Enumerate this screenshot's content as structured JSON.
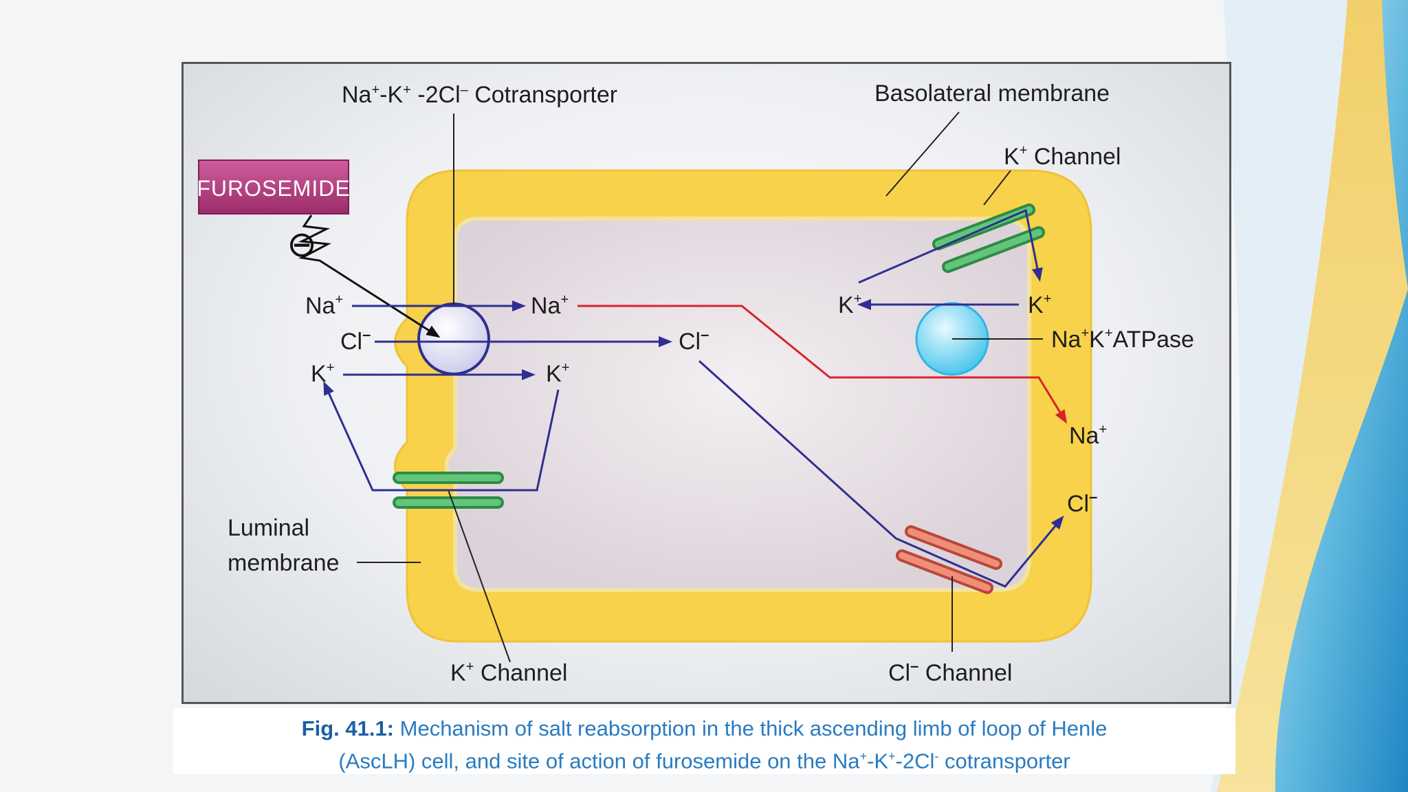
{
  "colors": {
    "arrow_blue": "#2e2f8f",
    "arrow_red": "#d7232a",
    "membrane_yellow": "#f7d24a",
    "cytoplasm": "#e4dde2",
    "channel_green": "#3aa556",
    "channel_red": "#e06a55",
    "pump_blue": "#6fd3f0",
    "furosemide_box": "#b0407f",
    "caption_blue": "#2a7bbf"
  },
  "labels": {
    "cotransporter": {
      "na": "Na",
      "na_sup": "+",
      "sep1": "-K",
      "k_sup": "+",
      "cl2": " -2Cl",
      "cl_sup": "–",
      "rest": " Cotransporter"
    },
    "basolateral_membrane": "Basolateral membrane",
    "k_channel_top": {
      "ion": "K",
      "sup": "+",
      "rest": " Channel"
    },
    "furosemide": "FUROSEMIDE",
    "inhibition_symbol": "⊖",
    "na_in": {
      "ion": "Na",
      "sup": "+"
    },
    "cl_in": {
      "ion": "Cl",
      "sup": "–"
    },
    "k_in": {
      "ion": "K",
      "sup": "+"
    },
    "na_cell": {
      "ion": "Na",
      "sup": "+"
    },
    "cl_cell": {
      "ion": "Cl",
      "sup": "–"
    },
    "k_cell": {
      "ion": "K",
      "sup": "+"
    },
    "k_pump_left": {
      "ion": "K",
      "sup": "+"
    },
    "k_pump_right": {
      "ion": "K",
      "sup": "+"
    },
    "atpase": {
      "na": "Na",
      "na_sup": "+",
      "k": "K",
      "k_sup": "+",
      "rest": "ATPase"
    },
    "na_out": {
      "ion": "Na",
      "sup": "+"
    },
    "cl_out": {
      "ion": "Cl",
      "sup": "–"
    },
    "luminal_membrane_line1": "Luminal",
    "luminal_membrane_line2": "membrane",
    "k_channel_bottom": {
      "ion": "K",
      "sup": "+",
      "rest": " Channel"
    },
    "cl_channel": {
      "ion": "Cl",
      "sup": "–",
      "rest": " Channel"
    }
  },
  "caption": {
    "fig_label": "Fig. 41.1:",
    "line1": " Mechanism of salt reabsorption in the thick ascending limb of loop of Henle",
    "line2_a": "(AscLH) cell, and site of action of furosemide on the Na",
    "sup1": "+",
    "line2_b": "-K",
    "sup2": "+",
    "line2_c": "-2Cl",
    "sup3": "-",
    "line2_d": " cotransporter"
  }
}
